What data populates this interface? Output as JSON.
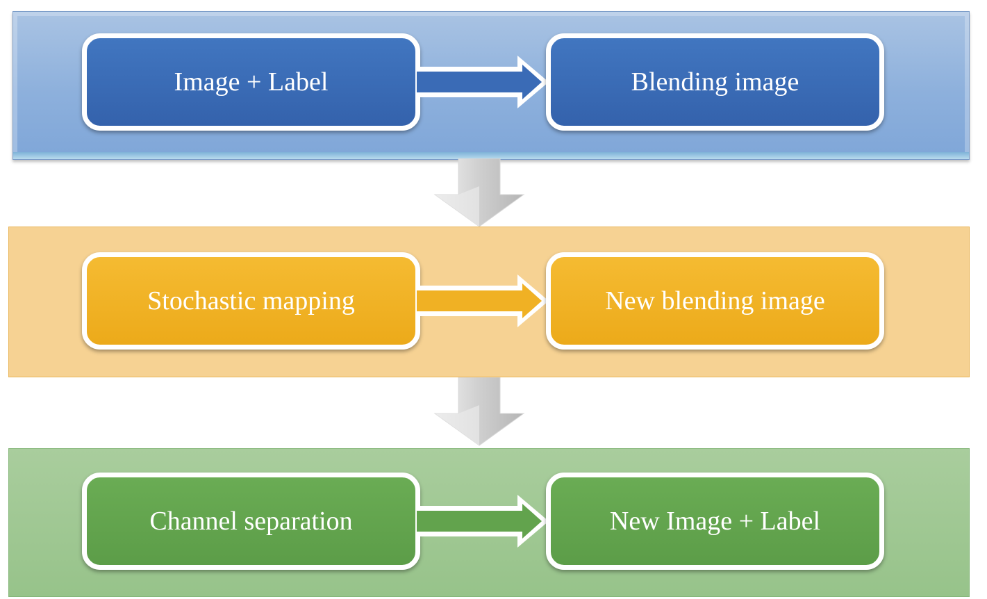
{
  "stages": [
    {
      "id": "blue",
      "left_label": "Image + Label",
      "right_label": "Blending image",
      "band_color": "#8db0dc",
      "box_color": "#3a6bb6",
      "arrow_color": "#3a6bb6"
    },
    {
      "id": "orange",
      "left_label": "Stochastic mapping",
      "right_label": "New blending image",
      "band_color": "#f6d293",
      "box_color": "#f0b124",
      "arrow_color": "#f0b124"
    },
    {
      "id": "green",
      "left_label": "Channel separation",
      "right_label": "New Image + Label",
      "band_color": "#97c38a",
      "box_color": "#62a34d",
      "arrow_color": "#62a34d"
    }
  ],
  "connector_color": "#c9c9c9"
}
